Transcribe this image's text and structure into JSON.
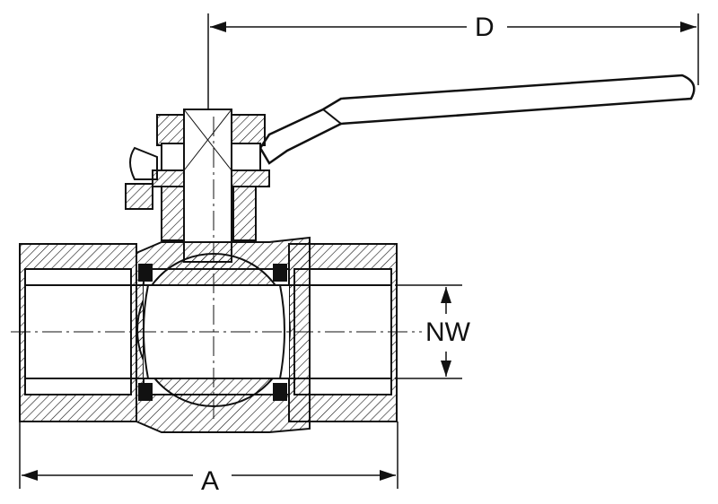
{
  "diagram": {
    "subject": "ball-valve-cross-section",
    "labels": {
      "overall_length": "A",
      "handle_length": "D",
      "nominal_width": "NW"
    },
    "colors": {
      "line": "#111111",
      "background": "#ffffff"
    }
  }
}
